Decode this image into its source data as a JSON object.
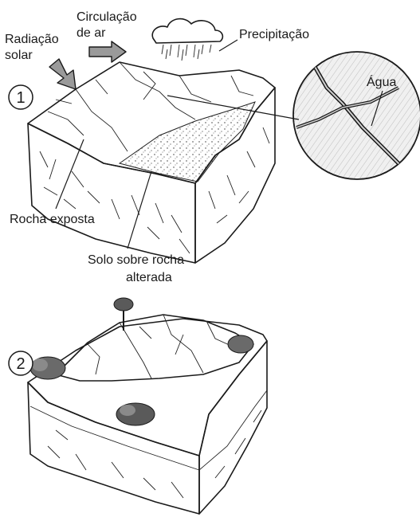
{
  "labels": {
    "radiacao_line1": "Radiação",
    "radiacao_line2": "solar",
    "circulacao_line1": "Circulação",
    "circulacao_line2": "de ar",
    "precipitacao": "Precipitação",
    "agua": "Água",
    "rocha_exposta": "Rocha exposta",
    "solo_line1": "Solo sobre rocha",
    "solo_line2": "alterada"
  },
  "stages": {
    "stage1": "1",
    "stage2": "2"
  }
}
